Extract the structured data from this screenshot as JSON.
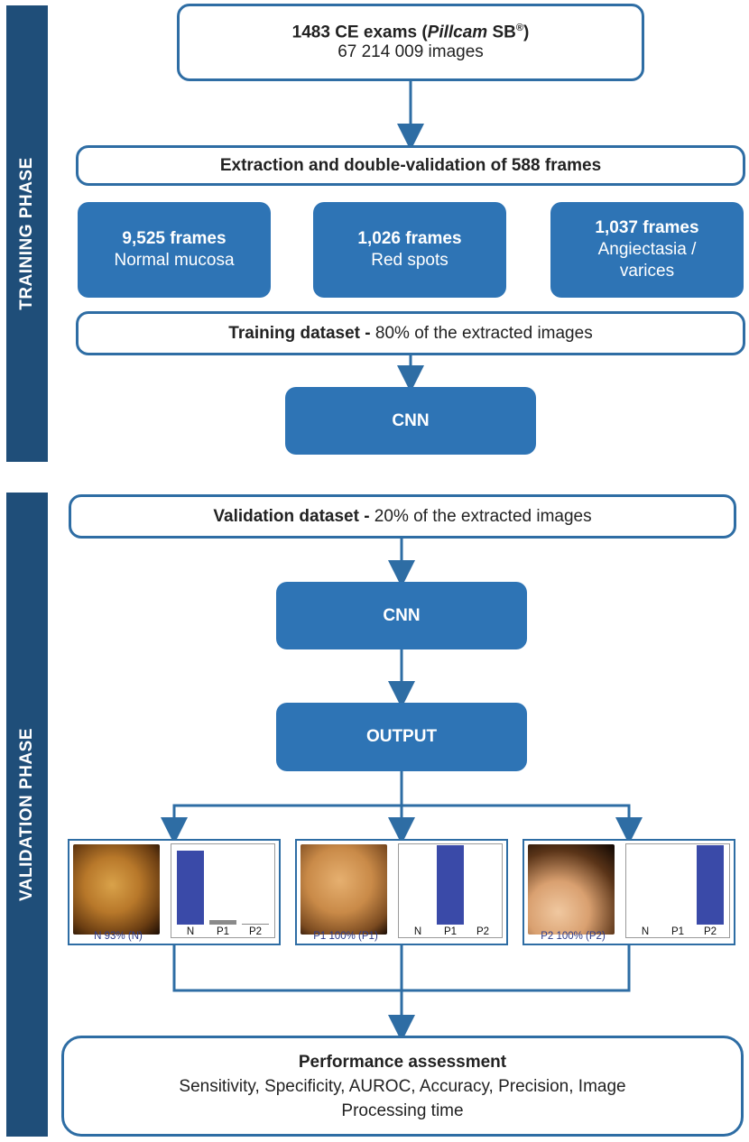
{
  "training_phase_label": "TRAINING PHASE",
  "validation_phase_label": "VALIDATION PHASE",
  "source": {
    "line1_prefix": "1483 CE exams (",
    "line1_brand": "Pillcam",
    "line1_suffix": " SB",
    "line1_reg": "®",
    "line1_close": ")",
    "line2": "67 214 009 images"
  },
  "extraction": "Extraction and double-validation of 588 frames",
  "categories": [
    {
      "count": "9,525 frames",
      "label": "Normal mucosa"
    },
    {
      "count": "1,026 frames",
      "label": "Red spots"
    },
    {
      "count": "1,037 frames",
      "label": "Angiectasia / varices"
    }
  ],
  "training_dataset": {
    "bold": "Training dataset -",
    "rest": " 80% of the extracted images"
  },
  "cnn_training": "CNN",
  "validation_dataset": {
    "bold": "Validation dataset -",
    "rest": " 20% of the extracted images"
  },
  "cnn_validation": "CNN",
  "output": "OUTPUT",
  "outputs": [
    {
      "caption": "N 93% (N)",
      "probabilities": [
        0.93,
        0.06,
        0.01
      ]
    },
    {
      "caption": "P1 100% (P1)",
      "probabilities": [
        0.0,
        1.0,
        0.0
      ]
    },
    {
      "caption": "P2 100% (P2)",
      "probabilities": [
        0.0,
        0.0,
        1.0
      ]
    }
  ],
  "class_ticks": [
    "N",
    "P1",
    "P2"
  ],
  "performance": {
    "title": "Performance assessment",
    "line1": "Sensitivity, Specificity, AUROC, Accuracy, Precision, Image",
    "line2": "Processing time"
  },
  "colors": {
    "phase_bar": "#1f4e79",
    "box_fill": "#2e74b5",
    "outline": "#2e6da4",
    "prob_bar": "#3a4aa8",
    "minor_bar": "#8a8a8a"
  }
}
